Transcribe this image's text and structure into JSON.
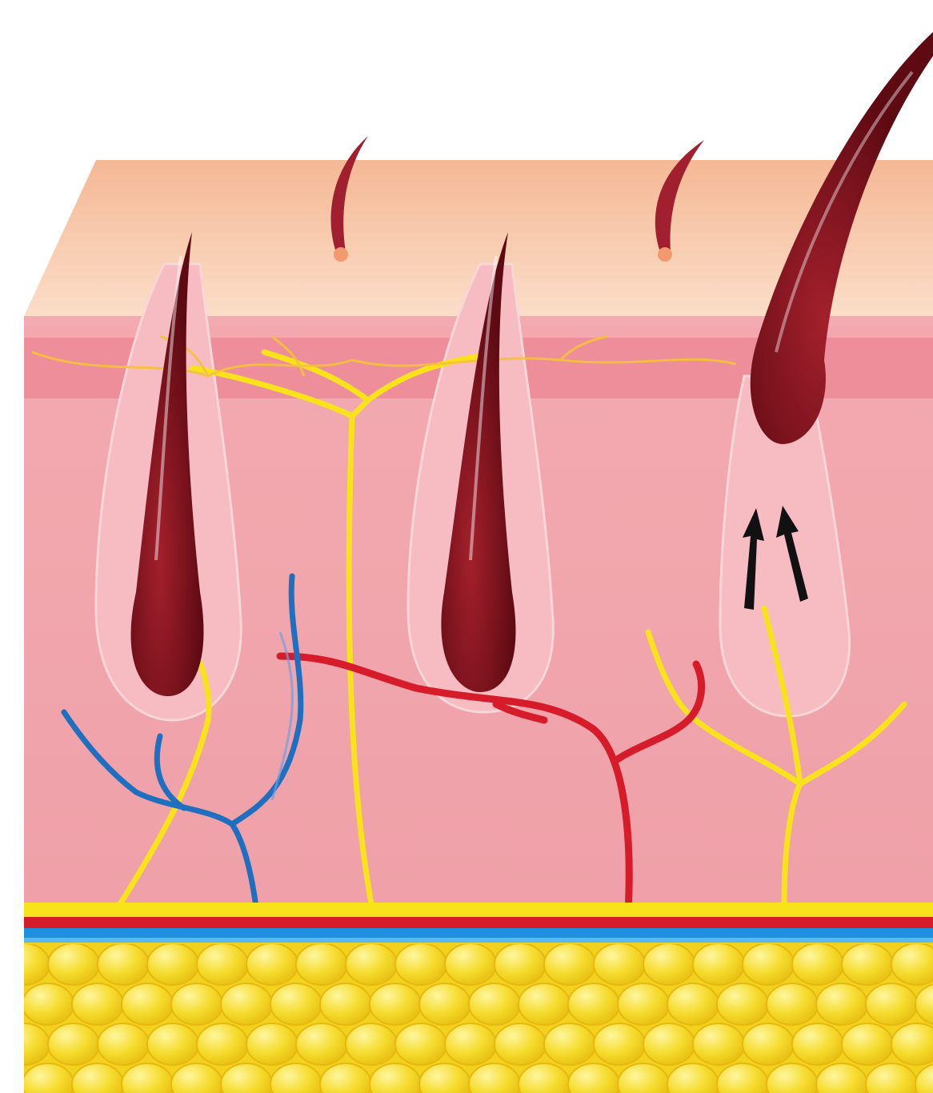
{
  "diagram": {
    "kind": "skin-cross-section-with-hair-follicles",
    "layers": [
      "epidermis",
      "dermis",
      "subcutaneous-fat"
    ],
    "follicles": [
      {
        "name": "follicle-left",
        "stage": "growing"
      },
      {
        "name": "follicle-middle",
        "stage": "growing"
      },
      {
        "name": "follicle-right",
        "stage": "shedding",
        "marker": "arrow-up-icon"
      }
    ],
    "vessels": [
      "nerves",
      "arteries",
      "veins"
    ],
    "colors": {
      "epidermis": "#f6c3a3",
      "dermis": "#f2a6ad",
      "fat": "#f6dc2e",
      "hair": "#7d0f1a",
      "nerve": "#f8e21c",
      "artery": "#d61c2a",
      "vein": "#1f6fc0",
      "arrow": "#111111"
    }
  }
}
